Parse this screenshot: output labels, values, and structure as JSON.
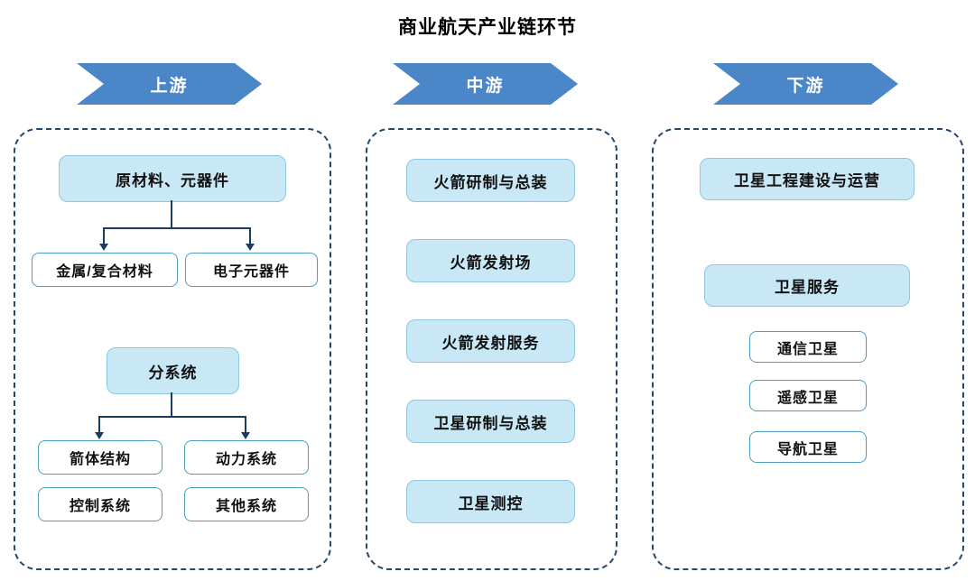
{
  "title": "商业航天产业链环节",
  "colors": {
    "banner_blue": "#4a86c8",
    "box_fill": "#c9e8f6",
    "box_border": "#8ec6e3",
    "white_box_border": "#4f9bbf",
    "dashed_border": "#23486b",
    "connector": "#1b3b5f"
  },
  "columns": [
    {
      "banner": "上游",
      "groups": [
        {
          "parent": "原材料、元器件",
          "children": [
            "金属/复合材料",
            "电子元器件"
          ]
        },
        {
          "parent": "分系统",
          "children": [
            "箭体结构",
            "动力系统",
            "控制系统",
            "其他系统"
          ]
        }
      ]
    },
    {
      "banner": "中游",
      "items": [
        "火箭研制与总装",
        "火箭发射场",
        "火箭发射服务",
        "卫星研制与总装",
        "卫星测控"
      ]
    },
    {
      "banner": "下游",
      "primary": [
        "卫星工程建设与运营",
        "卫星服务"
      ],
      "satellites": [
        "通信卫星",
        "遥感卫星",
        "导航卫星"
      ]
    }
  ]
}
